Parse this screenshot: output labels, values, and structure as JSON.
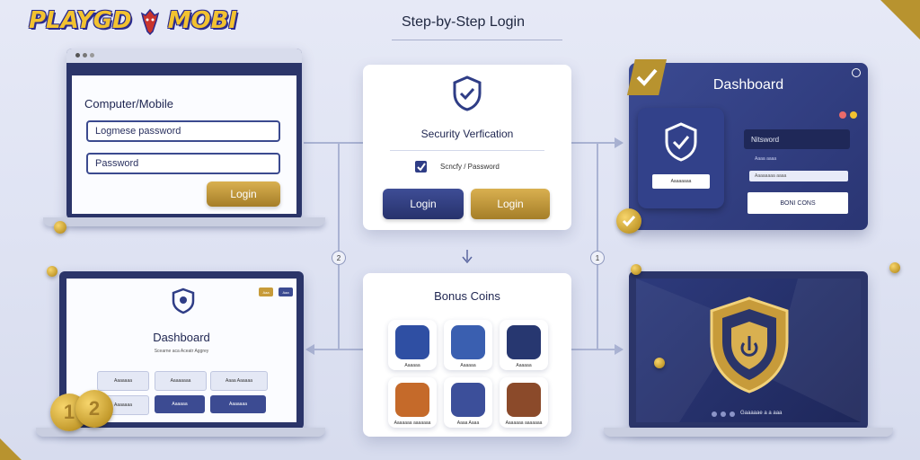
{
  "brand": {
    "logo_left": "PLAYGD",
    "logo_right": "MOBI"
  },
  "page": {
    "title": "Step-by-Step Login"
  },
  "step_login_form": {
    "heading": "Computer/Mobile",
    "username_value": "Logmese password",
    "password_value": "Password",
    "login_label": "Login"
  },
  "step_security": {
    "heading": "Security Verfication",
    "checkbox_label": "Scncfy / Password",
    "login_primary": "Login",
    "login_secondary": "Login"
  },
  "step_dashboard_dark": {
    "heading": "Dashboard",
    "field_value": "Nitsword",
    "field_label": "Aaaa aaaa",
    "inner_btn_label": "Aaaaaaaa",
    "input_placeholder": "Aaaaaaaa aaaa",
    "bonus_button": "BONI CONS"
  },
  "step_dashboard_light": {
    "heading": "Dashboard",
    "subtitle": "Scearne aca Aceatr Aggrey",
    "top_btn_1": "Aaa",
    "top_btn_2": "Aaa",
    "tiles": [
      {
        "label": "Aaaaaaa"
      },
      {
        "label": "Aaaaaaaa"
      },
      {
        "label": "Aaaa Aaaaaa"
      },
      {
        "label": "Aaaaaaa"
      },
      {
        "label": "Aaaaaa"
      },
      {
        "label": "Aaaaaaa"
      }
    ]
  },
  "step_bonus": {
    "heading": "Bonus Coins",
    "apps": [
      {
        "label": "Aaaaaa",
        "color": "#2f4fa3"
      },
      {
        "label": "Aaaaaa",
        "color": "#3a5fb0"
      },
      {
        "label": "Aaaaaa",
        "color": "#273770"
      },
      {
        "label": "Aaaaaaa aaaaaaa",
        "color": "#c56a2a"
      },
      {
        "label": "Aaaa Aaaa",
        "color": "#3c4f9a"
      },
      {
        "label": "Aaaaaaa aaaaaaa",
        "color": "#8b4a2a"
      }
    ]
  },
  "step_shield_laptop": {
    "footer_text": "Gaaaaae a a aaa"
  },
  "flow_numbers": {
    "left": "2",
    "right": "1"
  },
  "colors": {
    "navy": "#2b3569",
    "gold": "#c79b3a",
    "background": "#e3e7f4"
  }
}
